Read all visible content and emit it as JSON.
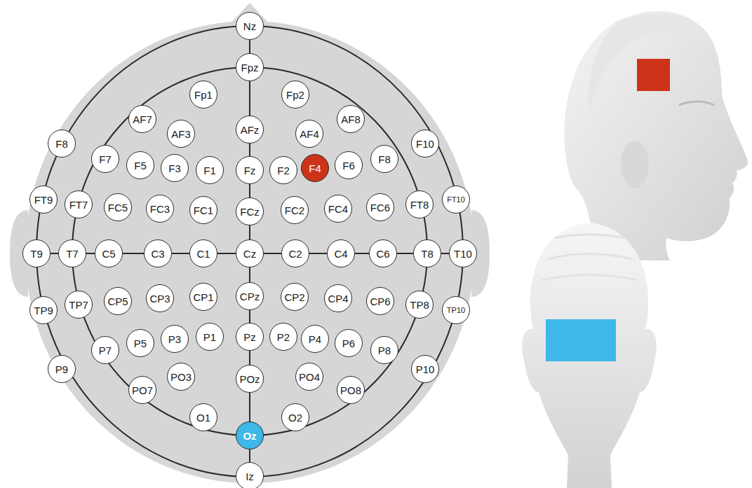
{
  "diagram": {
    "nodes": [
      {
        "text": [
          "Nz"
        ]
      },
      {
        "text": [
          "Fp1"
        ]
      },
      {
        "text": [
          "Fpz"
        ]
      },
      {
        "text": [
          "Fp2"
        ]
      },
      {
        "text": [
          "AF7"
        ]
      },
      {
        "text": [
          "AF3"
        ]
      },
      {
        "text": [
          "AFz"
        ]
      },
      {
        "text": [
          "AF4"
        ]
      },
      {
        "text": [
          "AF8"
        ]
      },
      {
        "text": [
          "F8"
        ]
      },
      {
        "text": [
          "F7"
        ]
      },
      {
        "text": [
          "F5"
        ]
      },
      {
        "text": [
          "F3"
        ]
      },
      {
        "text": [
          "F1"
        ]
      },
      {
        "text": [
          "Fz"
        ]
      },
      {
        "text": [
          "F2"
        ]
      },
      {
        "text": [
          "F4"
        ]
      },
      {
        "text": [
          "F6"
        ]
      },
      {
        "text": [
          "F8"
        ]
      },
      {
        "text": [
          "F10"
        ]
      },
      {
        "text": [
          "FT9"
        ]
      },
      {
        "text": [
          "FT7"
        ]
      },
      {
        "text": [
          "FC5"
        ]
      },
      {
        "text": [
          "FC3"
        ]
      },
      {
        "text": [
          "FC1"
        ]
      },
      {
        "text": [
          "FCz"
        ]
      },
      {
        "text": [
          "FC2"
        ]
      },
      {
        "text": [
          "FC4"
        ]
      },
      {
        "text": [
          "FC6"
        ]
      },
      {
        "text": [
          "FT8"
        ]
      },
      {
        "text": [
          "FT10"
        ]
      },
      {
        "text": [
          "T9"
        ]
      },
      {
        "text": [
          "T7"
        ]
      },
      {
        "text": [
          "C5"
        ]
      },
      {
        "text": [
          "C3"
        ]
      },
      {
        "text": [
          "C1"
        ]
      },
      {
        "text": [
          "Cz"
        ]
      },
      {
        "text": [
          "C2"
        ]
      },
      {
        "text": [
          "C4"
        ]
      },
      {
        "text": [
          "C6"
        ]
      },
      {
        "text": [
          "T8"
        ]
      },
      {
        "text": [
          "T10"
        ]
      },
      {
        "text": [
          "TP9"
        ]
      },
      {
        "text": [
          "TP7"
        ]
      },
      {
        "text": [
          "CP5"
        ]
      },
      {
        "text": [
          "CP3"
        ]
      },
      {
        "text": [
          "CP1"
        ]
      },
      {
        "text": [
          "CPz"
        ]
      },
      {
        "text": [
          "CP2"
        ]
      },
      {
        "text": [
          "CP4"
        ]
      },
      {
        "text": [
          "CP6"
        ]
      },
      {
        "text": [
          "TP8"
        ]
      },
      {
        "text": [
          "TP10"
        ]
      },
      {
        "text": [
          "P9"
        ]
      },
      {
        "text": [
          "P7"
        ]
      },
      {
        "text": [
          "P5"
        ]
      },
      {
        "text": [
          "P3"
        ]
      },
      {
        "text": [
          "P1"
        ]
      },
      {
        "text": [
          "Pz"
        ]
      },
      {
        "text": [
          "P2"
        ]
      },
      {
        "text": [
          "P4"
        ]
      },
      {
        "text": [
          "P6"
        ]
      },
      {
        "text": [
          "P8"
        ]
      },
      {
        "text": [
          "P10"
        ]
      },
      {
        "text": [
          "PO7"
        ]
      },
      {
        "text": [
          "PO3"
        ]
      },
      {
        "text": [
          "POz"
        ]
      },
      {
        "text": [
          "PO4"
        ]
      },
      {
        "text": [
          "PO8"
        ]
      },
      {
        "text": [
          "O1"
        ]
      },
      {
        "text": [
          "Oz"
        ]
      },
      {
        "text": [
          "O2"
        ]
      },
      {
        "text": [
          "Iz"
        ]
      }
    ],
    "edges": [
      {
        "from": 0,
        "to": 2,
        "arrow": "none"
      },
      {
        "from": 2,
        "to": 6,
        "arrow": "none"
      },
      {
        "from": 6,
        "to": 14,
        "arrow": "none"
      },
      {
        "from": 14,
        "to": 25,
        "arrow": "none"
      },
      {
        "from": 25,
        "to": 36,
        "arrow": "none"
      },
      {
        "from": 36,
        "to": 47,
        "arrow": "none"
      },
      {
        "from": 47,
        "to": 58,
        "arrow": "none"
      },
      {
        "from": 58,
        "to": 66,
        "arrow": "none"
      },
      {
        "from": 66,
        "to": 70,
        "arrow": "none"
      },
      {
        "from": 70,
        "to": 72,
        "arrow": "none"
      },
      {
        "from": 31,
        "to": 32,
        "arrow": "none"
      },
      {
        "from": 32,
        "to": 33,
        "arrow": "none"
      },
      {
        "from": 33,
        "to": 34,
        "arrow": "none"
      },
      {
        "from": 34,
        "to": 35,
        "arrow": "none"
      },
      {
        "from": 35,
        "to": 36,
        "arrow": "none"
      },
      {
        "from": 36,
        "to": 37,
        "arrow": "none"
      },
      {
        "from": 37,
        "to": 38,
        "arrow": "none"
      },
      {
        "from": 38,
        "to": 39,
        "arrow": "none"
      },
      {
        "from": 39,
        "to": 40,
        "arrow": "none"
      },
      {
        "from": 40,
        "to": 41,
        "arrow": "none"
      }
    ]
  }
}
